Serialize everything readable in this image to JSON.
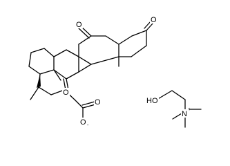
{
  "structure": {
    "steroid_atoms": {
      "ketone_3_O": "O",
      "ketone_7_O": "O",
      "ketone_12_O": "O",
      "carboxylate_O_double": "O",
      "carboxylate_O_minus": "O",
      "carboxylate_charge": "-"
    },
    "choline_atoms": {
      "hydroxyl": "HO",
      "nitrogen": "N",
      "nitrogen_charge": "+"
    }
  }
}
